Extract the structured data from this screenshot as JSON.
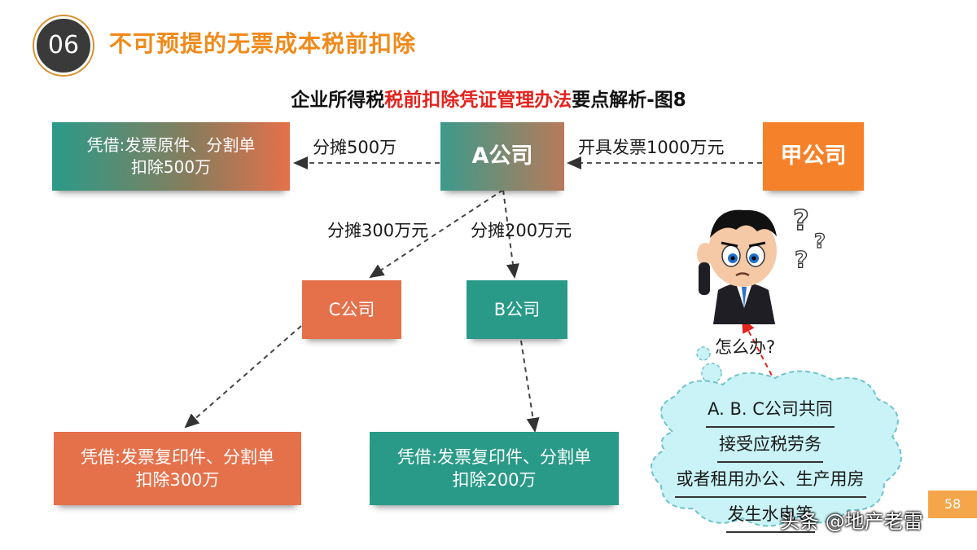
{
  "header": {
    "badge": "06",
    "title": "不可预提的无票成本税前扣除"
  },
  "subtitle": {
    "part1": "企业所得税",
    "highlight": "税前扣除凭证管理办法",
    "part2": "要点解析-图8"
  },
  "nodes": {
    "jia_company": "甲公司",
    "a_company": "A公司",
    "c_company": "C公司",
    "b_company": "B公司",
    "top_left": {
      "line1": "凭借:发票原件、分割单",
      "line2": "扣除500万"
    },
    "bottom_left": {
      "line1": "凭借:发票复印件、分割单",
      "line2": "扣除300万"
    },
    "bottom_mid": {
      "line1": "凭借:发票复印件、分割单",
      "line2": "扣除200万"
    }
  },
  "edges": {
    "jia_to_a": "开具发票1000万元",
    "a_to_left": "分摊500万",
    "a_to_c": "分摊300万元",
    "a_to_b": "分摊200万元"
  },
  "question": "怎么办?",
  "cloud": {
    "line1": "A. B. C公司共同",
    "line2": "接受应税劳务",
    "line3": "或者租用办公、生产用房",
    "line4": "发生水电等"
  },
  "page_number": "58",
  "watermark": "头条 @地产老雷",
  "colors": {
    "orange": "#f5822a",
    "coral": "#e5714b",
    "teal": "#2a9a88",
    "grey_teal": "#6f8e84",
    "title_orange": "#f08a1a",
    "highlight_red": "#e3231d"
  }
}
